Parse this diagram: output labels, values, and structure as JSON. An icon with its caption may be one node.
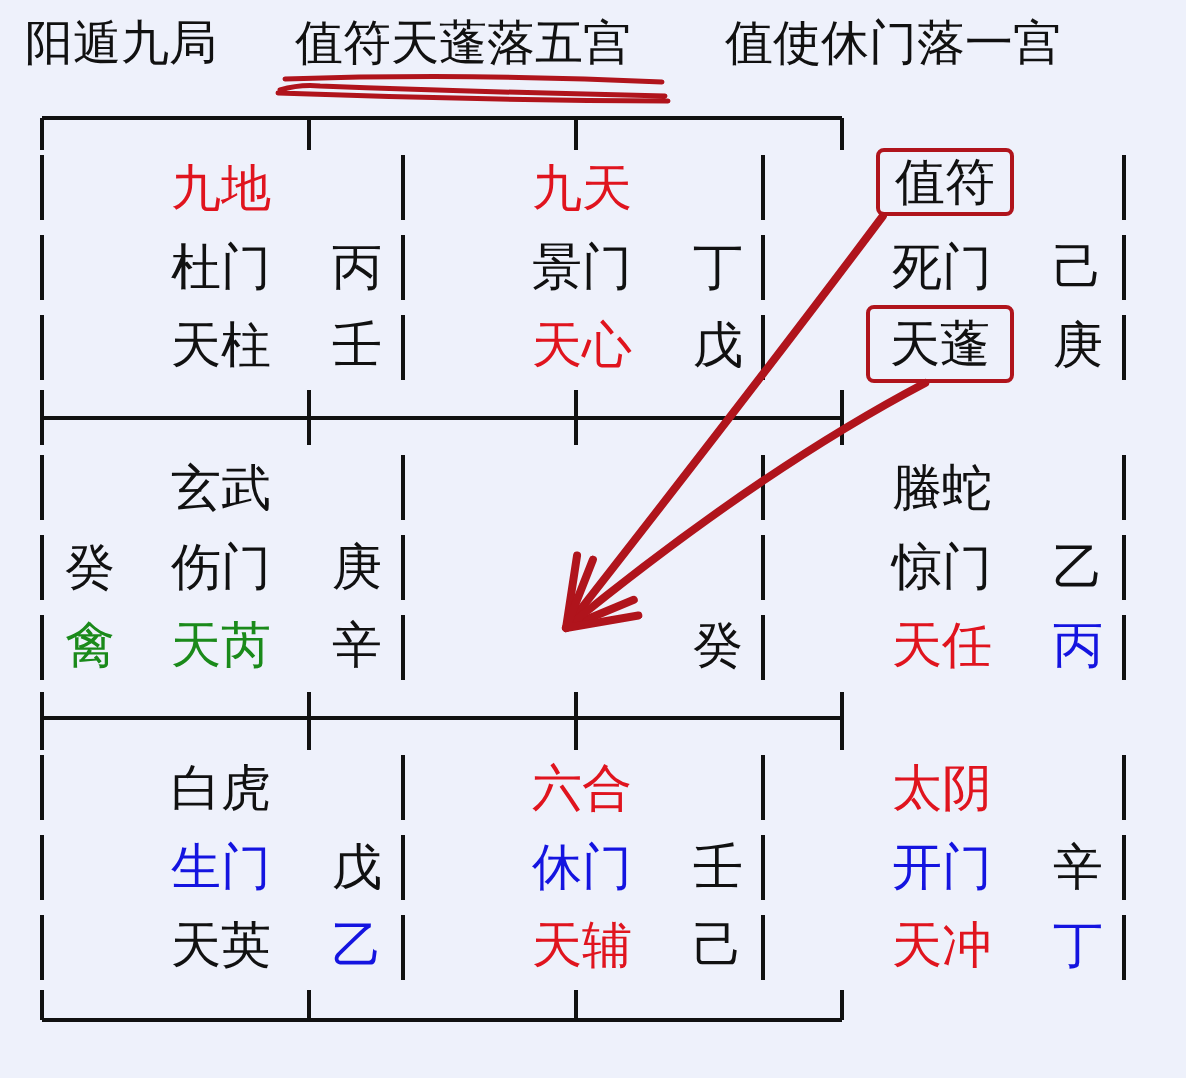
{
  "diagram": {
    "title": "阳遁九局",
    "nodes": [
      {
        "text": [
          "九地",
          "杜门",
          "丙",
          "天柱",
          "壬"
        ]
      },
      {
        "text": [
          "九天",
          "景门",
          "丁",
          "天心",
          "戊"
        ]
      },
      {
        "text": [
          "死门",
          "己",
          "庚"
        ]
      },
      {
        "text": [
          "值符"
        ],
        "in": 2
      },
      {
        "text": [
          "天蓬"
        ],
        "in": 2
      },
      {
        "text": [
          "玄武",
          "癸",
          "伤门",
          "庚",
          "禽",
          "天芮",
          "辛"
        ]
      },
      {
        "text": [
          "癸"
        ]
      },
      {
        "text": [
          "螣蛇",
          "惊门",
          "乙",
          "天任",
          "丙"
        ]
      },
      {
        "text": [
          "白虎",
          "生门",
          "戊",
          "天英",
          "乙"
        ]
      },
      {
        "text": [
          "六合",
          "休门",
          "壬",
          "天辅",
          "己"
        ]
      },
      {
        "text": [
          "太阴",
          "开门",
          "辛",
          "天冲",
          "丁"
        ]
      }
    ],
    "edges": [
      {
        "from": 3,
        "to": 6,
        "arrow": "to",
        "color": "#b0141c"
      },
      {
        "from": 4,
        "to": 6,
        "arrow": "to",
        "color": "#b0141c"
      }
    ],
    "labels": [
      "值符天蓬落五宫",
      "值使休门落一宫"
    ]
  }
}
